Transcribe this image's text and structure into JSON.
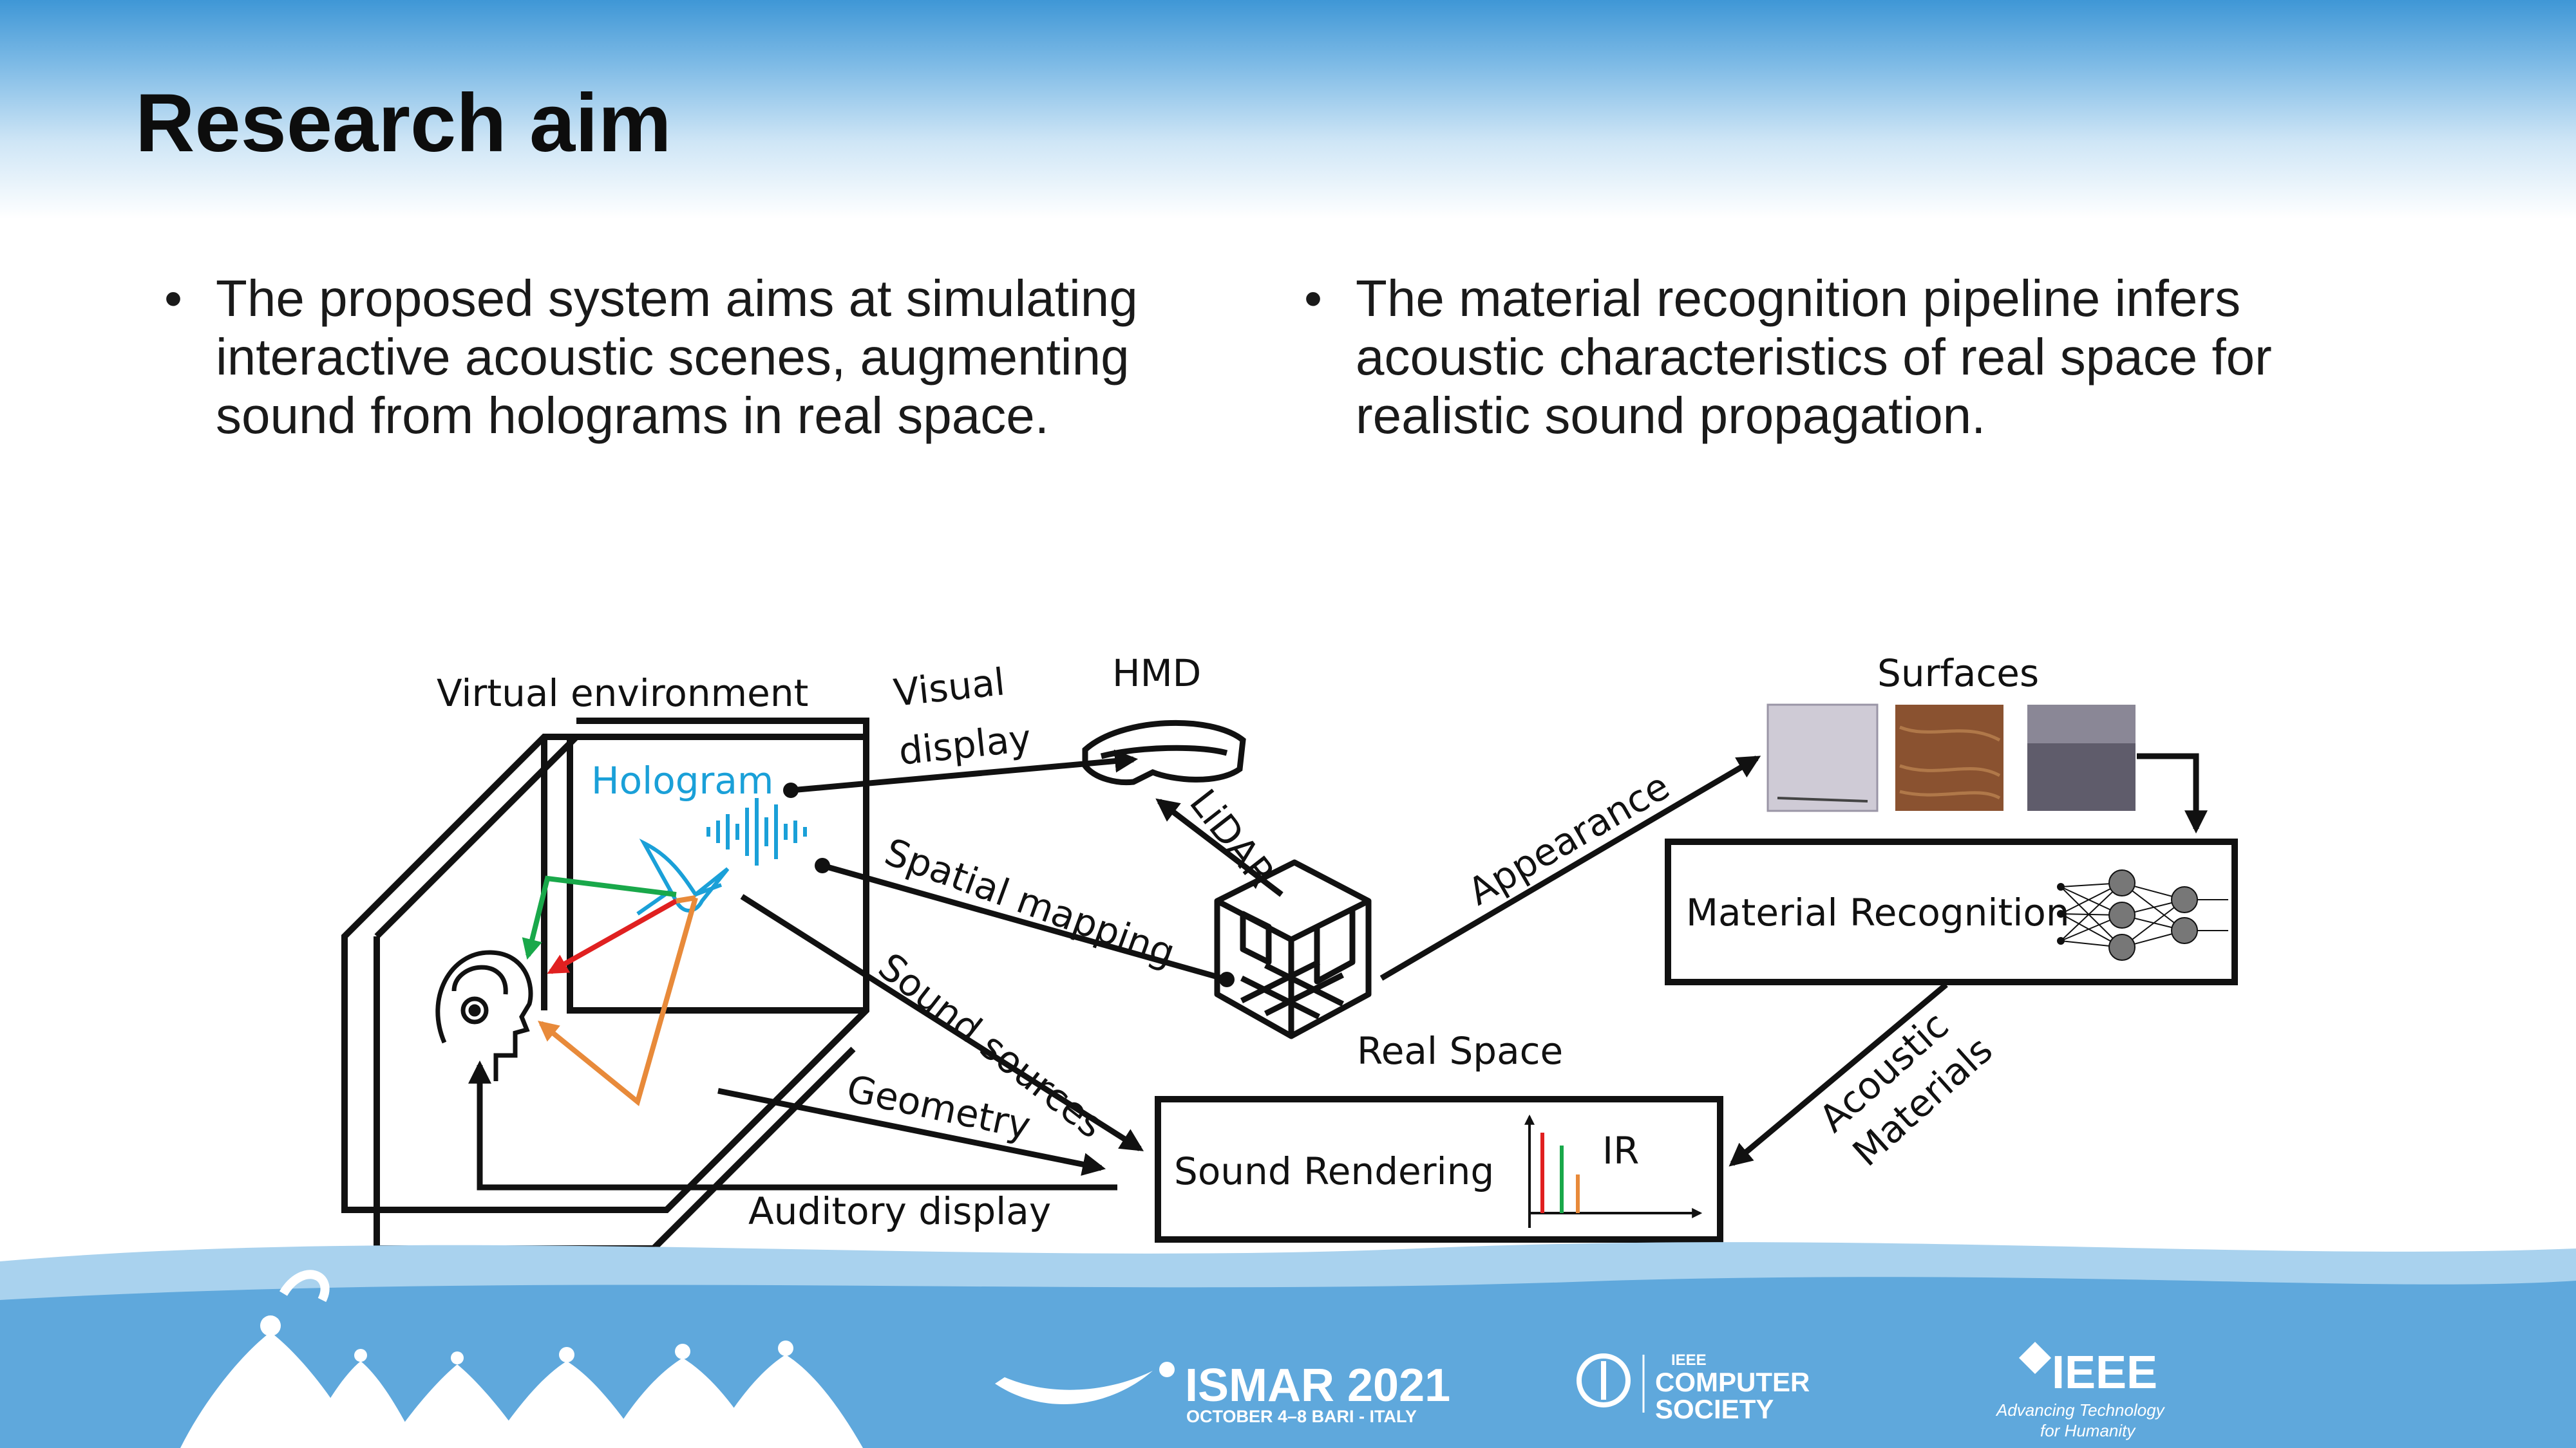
{
  "slide": {
    "title": "Research aim",
    "bullets": [
      {
        "marker": "•",
        "text": "The proposed system aims at simulating interactive acoustic scenes, augmenting sound from holograms in real space."
      },
      {
        "marker": "•",
        "text": "The material recognition pipeline infers acoustic characteristics of real space for realistic sound propagation."
      }
    ]
  },
  "diagram": {
    "virtual_environment": "Virtual environment",
    "hologram": "Hologram",
    "visual_display_1": "Visual",
    "visual_display_2": "display",
    "hmd": "HMD",
    "lidar": "LiDAR",
    "spatial_mapping": "Spatial mapping",
    "sound_sources": "Sound sources",
    "geometry": "Geometry",
    "auditory_display": "Auditory display",
    "real_space": "Real Space",
    "appearance": "Appearance",
    "surfaces": "Surfaces",
    "material_recognition": "Material Recognition",
    "acoustic_1": "Acoustic",
    "acoustic_2": "Materials",
    "sound_rendering": "Sound Rendering",
    "ir": "IR",
    "colors": {
      "hologram": "#1aa0d8",
      "green": "#19a84a",
      "red": "#e02020",
      "orange": "#e88a3a"
    }
  },
  "footer": {
    "ismar_name": "ISMAR 2021",
    "ismar_sub": "OCTOBER 4–8 BARI - ITALY",
    "cs_top": "IEEE",
    "cs_line1": "COMPUTER",
    "cs_line2": "SOCIETY",
    "ieee_name": "IEEE",
    "ieee_tag1": "Advancing Technology",
    "ieee_tag2": "for Humanity"
  }
}
